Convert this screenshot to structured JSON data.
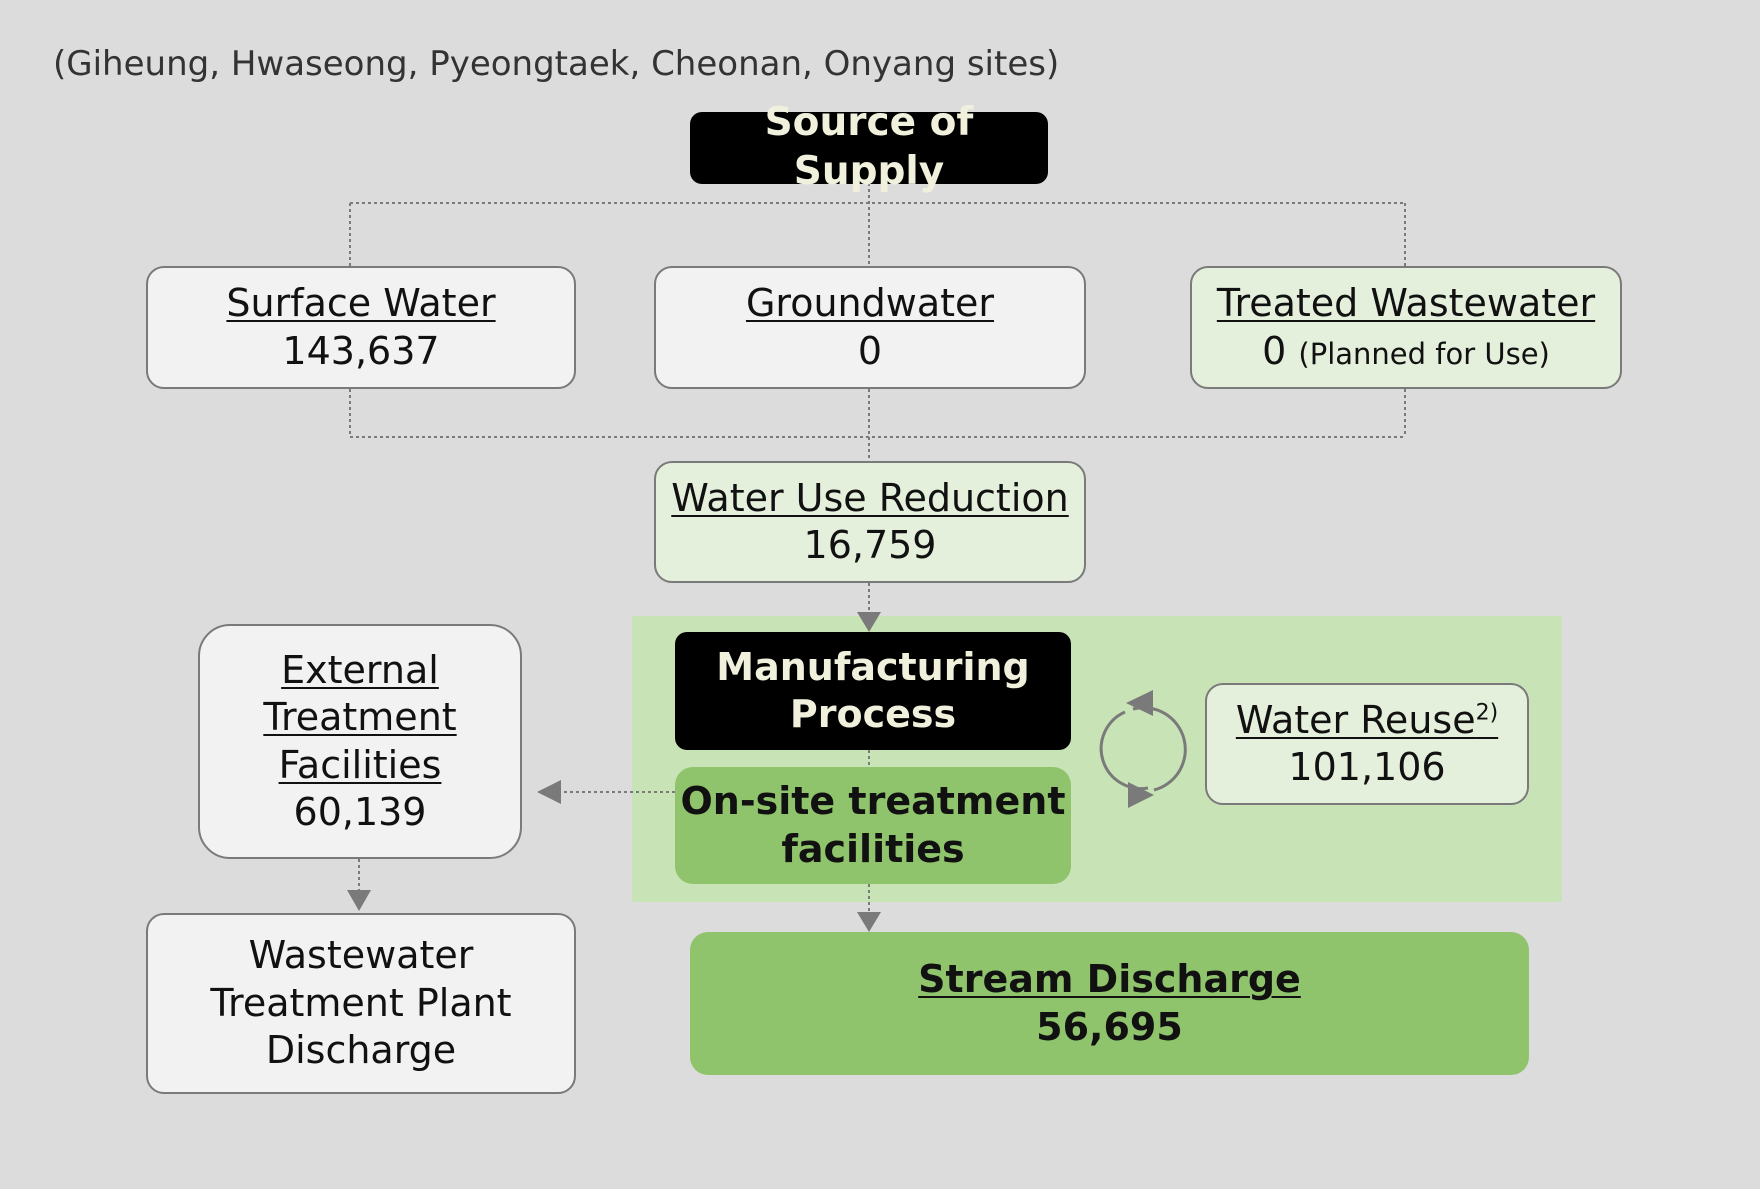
{
  "subtitle": "(Giheung, Hwaseong, Pyeongtaek, Cheonan, Onyang sites)",
  "source": {
    "title": "Source of Supply"
  },
  "surface_water": {
    "title": "Surface Water",
    "value": "143,637"
  },
  "groundwater": {
    "title": "Groundwater",
    "value": "0"
  },
  "treated_wastewater": {
    "title": "Treated Wastewater",
    "value": "0",
    "note": "(Planned for Use)"
  },
  "water_use_reduction": {
    "title": "Water Use Reduction",
    "value": "16,759"
  },
  "manufacturing": {
    "line1": "Manufacturing",
    "line2": "Process"
  },
  "onsite": {
    "line1": "On-site treatment",
    "line2": "facilities"
  },
  "water_reuse": {
    "title": "Water Reuse",
    "footnote": "2)",
    "value": "101,106"
  },
  "external_treatment": {
    "line1": "External",
    "line2": "Treatment",
    "line3": "Facilities",
    "value": "60,139"
  },
  "wwtp_discharge": {
    "line1": "Wastewater",
    "line2": "Treatment Plant",
    "line3": "Discharge"
  },
  "stream_discharge": {
    "title": "Stream Discharge",
    "value": "56,695"
  },
  "colors": {
    "background": "#dcdcdc",
    "box_light": "#f2f2f2",
    "box_mint": "#e4efdc",
    "green_zone": "#c8e3b6",
    "green_box": "#90c46c",
    "dark_box": "#000000",
    "dark_text": "#f0f0dc",
    "connector": "#7a7a7a"
  },
  "icons": {
    "cycle": "recycle-cycle-icon"
  }
}
